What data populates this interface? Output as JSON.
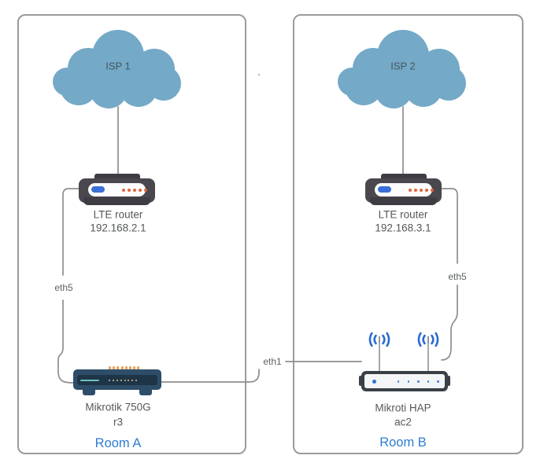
{
  "diagram": {
    "rooms": [
      {
        "name": "Room A",
        "isp": "ISP 1",
        "router": {
          "label": "LTE router",
          "ip": "192.168.2.1"
        },
        "device": {
          "label": "Mikrotik 750G",
          "sub": "r3"
        },
        "uplink_port": "eth5"
      },
      {
        "name": "Room B",
        "isp": "ISP 2",
        "router": {
          "label": "LTE router",
          "ip": "192.168.3.1"
        },
        "device": {
          "label": "Mikroti HAP",
          "sub": "ac2"
        },
        "uplink_port": "eth5"
      }
    ],
    "link": {
      "port": "eth1"
    },
    "colors": {
      "cloud": "#74a9c7",
      "room_label": "#2d7dd2",
      "cable": "#8e8e8e",
      "room_border": "#9b9b9b",
      "label_text": "#55585a",
      "router_body": "#4a474e",
      "router_led_blue": "#3b6fd7",
      "router_led_orange": "#e0653c",
      "switch_body": "#2e4d68",
      "switch_accent_teal": "#69c4bc",
      "switch_port_orange": "#e8a65d",
      "hap_body": "#3a4046",
      "wifi_blue": "#2b6bd4"
    }
  }
}
